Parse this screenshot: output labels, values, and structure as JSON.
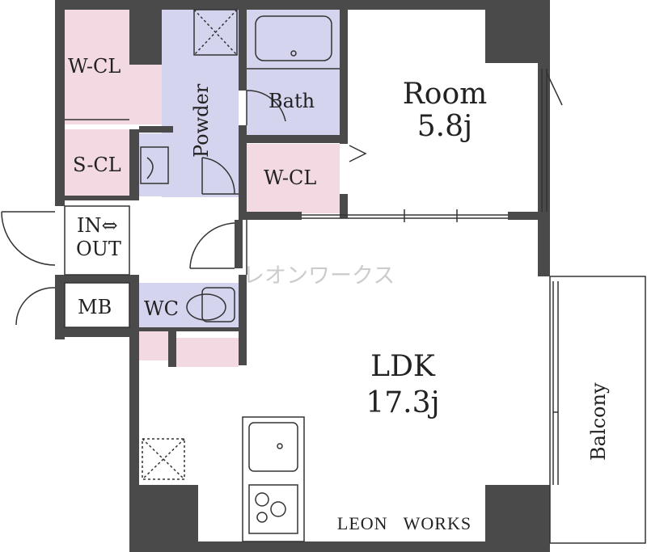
{
  "rooms": {
    "wcl_top": "W-CL",
    "powder": "Powder",
    "bath": "Bath",
    "room_name": "Room",
    "room_size": "5.8j",
    "wcl_room": "W-CL",
    "scl": "S-CL",
    "entrance_top": "IN⇔",
    "entrance_bottom": "OUT",
    "mb": "MB",
    "wc": "WC",
    "ldk_name": "LDK",
    "ldk_size": "17.3j",
    "balcony": "Balcony"
  },
  "watermark": "レオンワークス",
  "brand": "LEON   WORKS",
  "colors": {
    "wall": "#4a4a4a",
    "closet_pink": "#f2d9e2",
    "wet_lavender": "#d4d4ee",
    "line": "#333333",
    "watermark": "#cccccc"
  }
}
